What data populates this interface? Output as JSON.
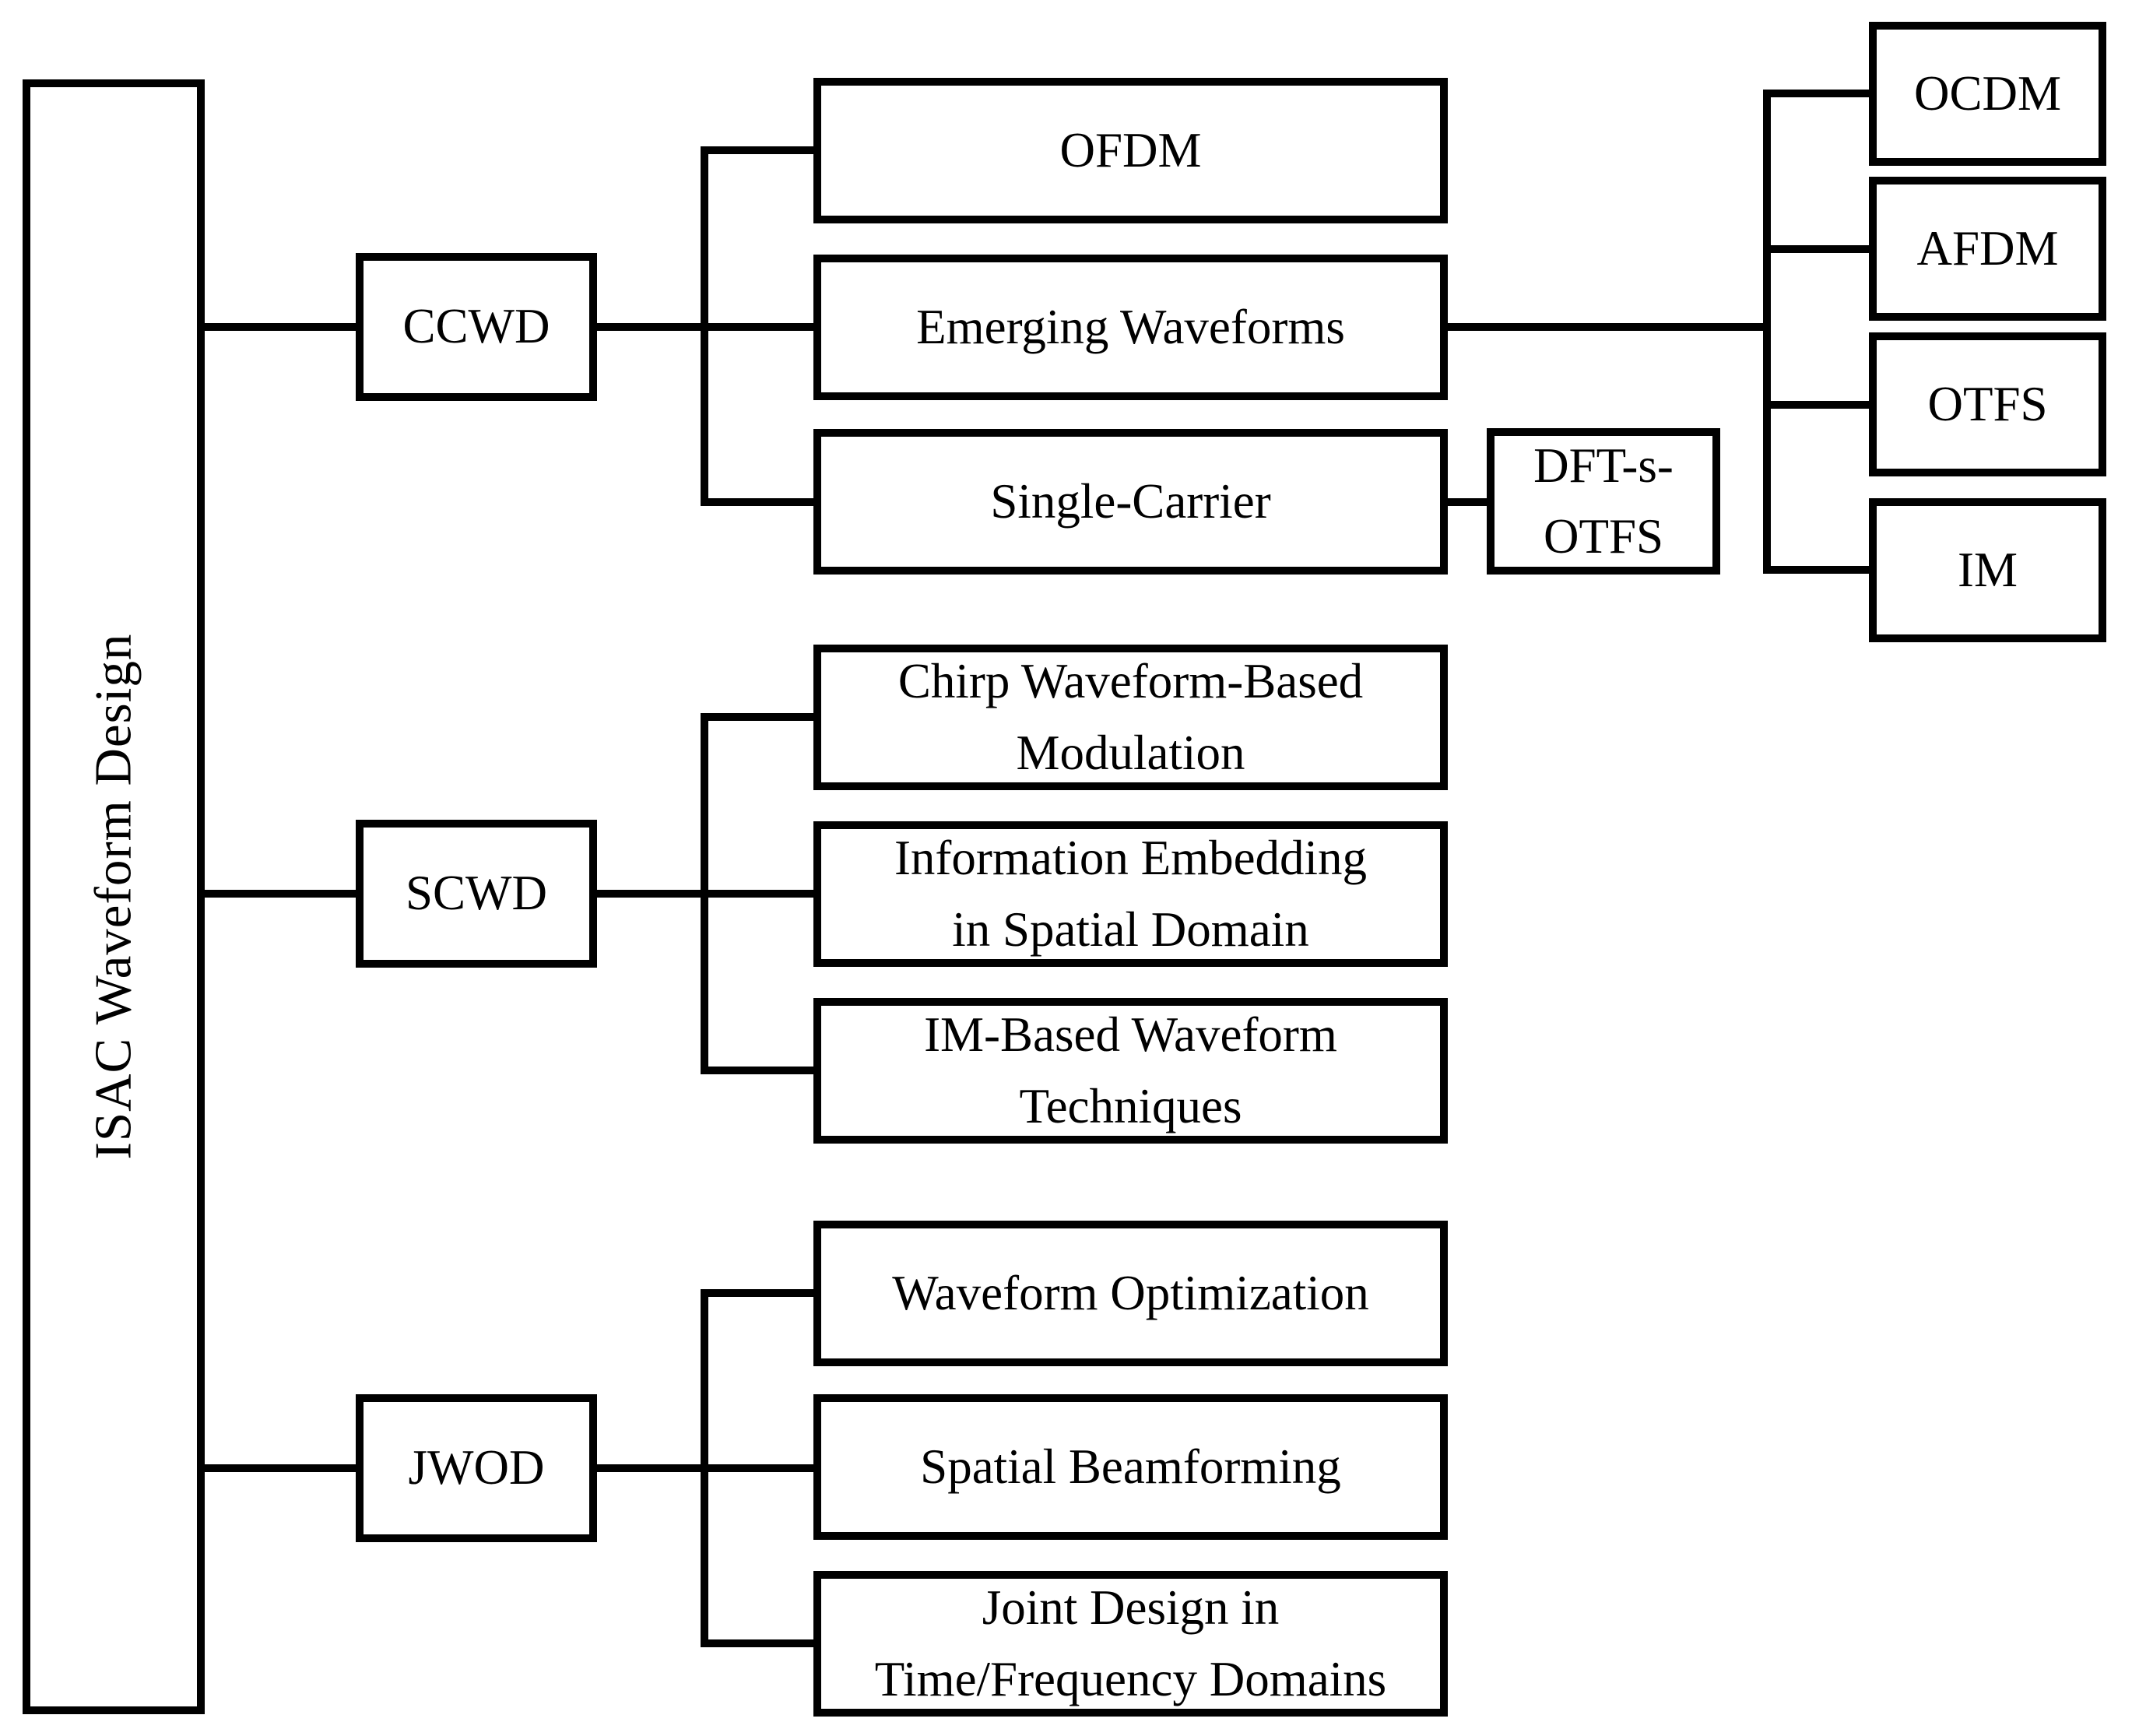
{
  "colors": {
    "line": "#000000",
    "box_border": "#000000",
    "background": "#ffffff",
    "text": "#000000"
  },
  "diagram_type": "hierarchy-tree",
  "tree": {
    "label": "ISAC Waveform Design",
    "children": [
      {
        "label": "CCWD",
        "children": [
          {
            "label": "OFDM"
          },
          {
            "label": "Emerging Waveforms",
            "children": [
              {
                "label": "OCDM"
              },
              {
                "label": "AFDM"
              },
              {
                "label": "OTFS"
              },
              {
                "label": "IM"
              }
            ]
          },
          {
            "label": "Single-Carrier",
            "children": [
              {
                "label": "DFT-s-OTFS",
                "lines": [
                  "DFT-s-",
                  "OTFS"
                ]
              }
            ]
          }
        ]
      },
      {
        "label": "SCWD",
        "children": [
          {
            "label": "Chirp Waveform-Based Modulation",
            "lines": [
              "Chirp Waveform-Based",
              "Modulation"
            ]
          },
          {
            "label": "Information Embedding in Spatial Domain",
            "lines": [
              "Information Embedding",
              "in Spatial Domain"
            ]
          },
          {
            "label": "IM-Based Waveform Techniques",
            "lines": [
              "IM-Based Waveform",
              "Techniques"
            ]
          }
        ]
      },
      {
        "label": "JWOD",
        "children": [
          {
            "label": "Waveform Optimization"
          },
          {
            "label": "Spatial Beamforming"
          },
          {
            "label": "Joint Design in Time/Frequency Domains",
            "lines": [
              "Joint Design in",
              "Time/Frequency Domains"
            ]
          }
        ]
      }
    ]
  }
}
